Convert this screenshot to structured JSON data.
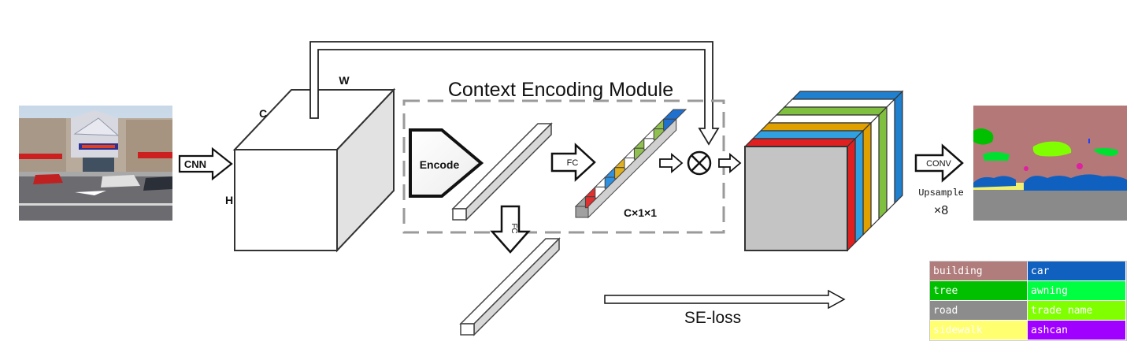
{
  "labels": {
    "cnn": "CNN",
    "dim_w": "W",
    "dim_c": "C",
    "dim_h": "H",
    "module_title": "Context Encoding Module",
    "encode": "Encode",
    "fc_top": "FC",
    "fc_side": "FC",
    "cx11": "C×1×1",
    "conv": "CONV",
    "upsample": "Upsample",
    "times8": "×8",
    "se_loss": "SE-loss"
  },
  "legend": [
    {
      "label": "building",
      "color": "#b07c7c"
    },
    {
      "label": "car",
      "color": "#1060c0"
    },
    {
      "label": "tree",
      "color": "#00c000"
    },
    {
      "label": "awning",
      "color": "#00ff40"
    },
    {
      "label": "road",
      "color": "#8c8c8c"
    },
    {
      "label": "trade name",
      "color": "#80ff00"
    },
    {
      "label": "sidewalk",
      "color": "#ffff70"
    },
    {
      "label": "ashcan",
      "color": "#a000ff"
    }
  ],
  "colors": {
    "vector_cells": [
      "#a0a0a0",
      "#e03030",
      "#ffffff",
      "#3090e0",
      "#e0b020",
      "#ffffff",
      "#90c050",
      "#ffffff",
      "#90c050",
      "#2070d0"
    ],
    "stack_layers": [
      "#2080d0",
      "#ffffff",
      "#80c040",
      "#ffffff",
      "#e0a000",
      "#30a0e0",
      "#e02020"
    ]
  },
  "icons": {
    "input_photo": "street-scene-photo",
    "output_map": "segmentation-map",
    "multiply": "circled-times-icon"
  }
}
